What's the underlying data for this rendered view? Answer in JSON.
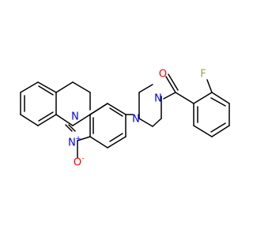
{
  "molecule": {
    "colors": {
      "carbon_bond": "#000000",
      "nitrogen": "#0000ff",
      "oxygen": "#ff0000",
      "fluorine": "#8fa84f"
    },
    "atoms": {
      "n_isoquinoline": {
        "label": "N",
        "element": "nitrogen"
      },
      "n_piperazine_left": {
        "label": "N",
        "element": "nitrogen"
      },
      "n_piperazine_right": {
        "label": "N",
        "element": "nitrogen"
      },
      "o_carbonyl": {
        "label": "O",
        "element": "oxygen"
      },
      "f_aryl": {
        "label": "F",
        "element": "fluorine"
      },
      "n_nitro": {
        "label": "N",
        "charge": "+",
        "element": "nitrogen"
      },
      "o_nitro": {
        "label": "O",
        "charge": "-",
        "element": "oxygen"
      }
    }
  }
}
